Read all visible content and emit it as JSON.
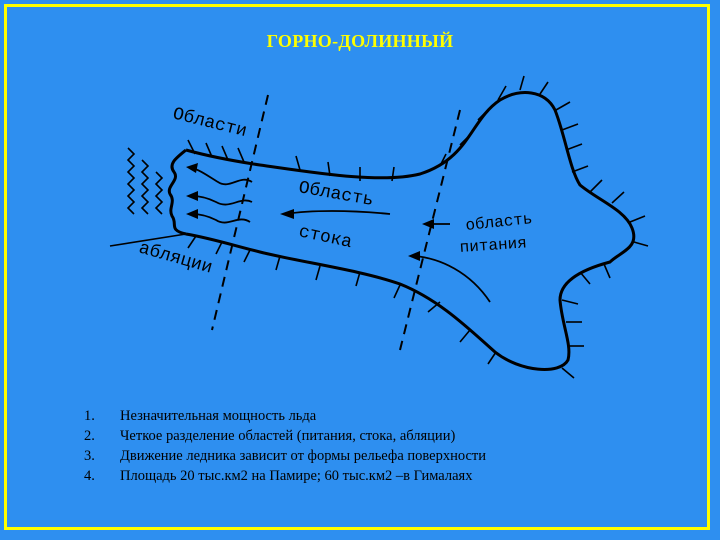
{
  "title": "ГОРНО-ДОЛИННЫЙ",
  "diagram": {
    "label_oblast_1": "Области",
    "label_ablyacii": "абляции",
    "label_oblast_2": "Область",
    "label_stoka": "стока",
    "label_oblast_pitaniya_1": "область",
    "label_oblast_pitaniya_2": "питания"
  },
  "list": [
    {
      "num": "1.",
      "text": "Незначительная мощность льда"
    },
    {
      "num": "2.",
      "text": "Четкое разделение областей (питания, стока, абляции)"
    },
    {
      "num": "3.",
      "text": "Движение ледника зависит от формы рельефа поверхности"
    },
    {
      "num": "4.",
      "text": "Площадь 20 тыс.км2 на Памире; 60 тыс.км2 –в Гималаях"
    }
  ],
  "colors": {
    "background": "#2e8ff0",
    "frame": "#ffff00",
    "title": "#ffff00",
    "ink": "#000000"
  }
}
